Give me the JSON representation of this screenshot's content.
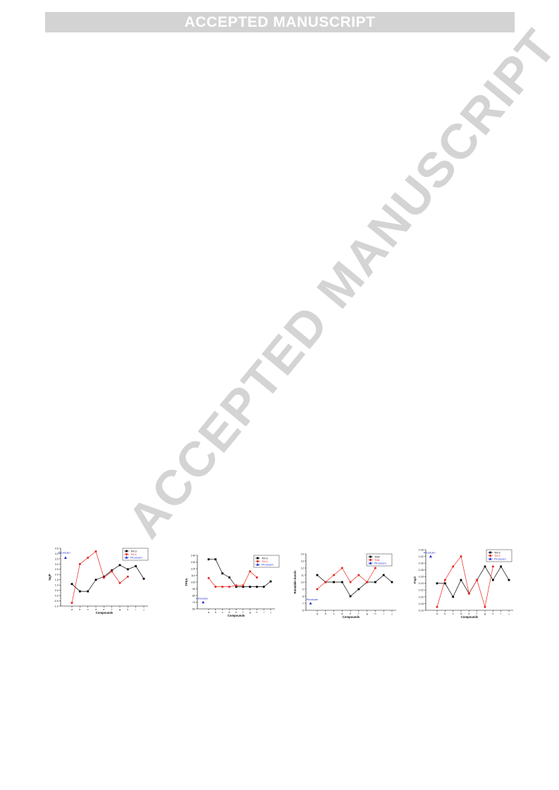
{
  "banner": {
    "text": "ACCEPTED MANUSCRIPT"
  },
  "watermark": {
    "text": "ACCEPTED MANUSCRIPT"
  },
  "colors": {
    "tm3": "#000000",
    "tm4": "#e8251f",
    "reference": "#1f2fd6"
  },
  "chart_data": [
    {
      "type": "line",
      "xlabel": "Compounds",
      "ylabel": "logP",
      "categories": [
        "a",
        "b",
        "c",
        "d",
        "e",
        "f",
        "g",
        "h",
        "i",
        "j"
      ],
      "ylim": [
        -1.0,
        4.5
      ],
      "yticks": [
        -1.0,
        -0.5,
        0.0,
        0.5,
        1.0,
        1.5,
        2.0,
        2.5,
        3.0,
        3.5,
        4.0,
        4.5
      ],
      "ytick_labels": [
        "-1.0",
        "-0.5",
        "0.0",
        "0.5",
        "1.0",
        "1.5",
        "2.0",
        "2.5",
        "3.0",
        "3.5",
        "4.0",
        "4.5"
      ],
      "series": [
        {
          "name": "TM 3",
          "marker": "square",
          "values": [
            1.1,
            0.4,
            0.4,
            1.5,
            1.8,
            2.4,
            2.9,
            2.5,
            2.8,
            1.6
          ]
        },
        {
          "name": "TM 4",
          "marker": "circle",
          "values": [
            -0.7,
            3.0,
            3.6,
            4.2,
            1.7,
            2.3,
            1.2,
            1.8,
            null,
            null
          ]
        },
        {
          "name": "Piroxicam",
          "marker": "triangle",
          "point": {
            "x": -0.8,
            "y": 3.6
          },
          "label": "Piroxicam"
        }
      ]
    },
    {
      "type": "line",
      "xlabel": "Compounds",
      "ylabel": "TPSA",
      "categories": [
        "a",
        "b",
        "c",
        "d",
        "e",
        "f",
        "g",
        "h",
        "i",
        "j"
      ],
      "ylim": [
        60,
        140
      ],
      "yticks": [
        60,
        70,
        80,
        90,
        100,
        110,
        120,
        130,
        140
      ],
      "ytick_labels": [
        "60",
        "70",
        "80",
        "90",
        "100",
        "110",
        "120",
        "130",
        "140"
      ],
      "series": [
        {
          "name": "TM 3",
          "marker": "square",
          "values": [
            134,
            134,
            113,
            107,
            93,
            93,
            93,
            93,
            93,
            101
          ]
        },
        {
          "name": "TM 4",
          "marker": "circle",
          "values": [
            106,
            93,
            93,
            93,
            95,
            95,
            116,
            107,
            null,
            null
          ]
        },
        {
          "name": "Piroxicam",
          "marker": "triangle",
          "point": {
            "x": -0.8,
            "y": 70
          },
          "label": "Piroxicam"
        }
      ]
    },
    {
      "type": "line",
      "xlabel": "Compounds",
      "ylabel": "Rotatable bonds",
      "categories": [
        "a",
        "b",
        "c",
        "d",
        "e",
        "f",
        "g",
        "h",
        "i",
        "j"
      ],
      "ylim": [
        6,
        14
      ],
      "yticks": [
        6,
        7,
        8,
        9,
        10,
        11,
        12,
        13,
        14
      ],
      "ytick_labels": [
        "6",
        "7",
        "8",
        "9",
        "10",
        "11",
        "12",
        "13",
        "14"
      ],
      "series": [
        {
          "name": "TM3",
          "marker": "square",
          "values": [
            11,
            10,
            10,
            10,
            8,
            9,
            10,
            10,
            11,
            10
          ]
        },
        {
          "name": "TM4",
          "marker": "circle",
          "values": [
            9,
            10,
            11,
            12,
            10,
            11,
            10,
            12,
            null,
            null
          ]
        },
        {
          "name": "Piroxicam",
          "marker": "triangle",
          "point": {
            "x": -0.8,
            "y": 7
          },
          "label": "Piroxicam"
        }
      ]
    },
    {
      "type": "line",
      "xlabel": "Compounds",
      "ylabel": "Fsp3",
      "categories": [
        "a",
        "b",
        "c",
        "d",
        "e",
        "f",
        "g",
        "h",
        "i",
        "j"
      ],
      "ylim": [
        0.16,
        0.34
      ],
      "yticks": [
        0.16,
        0.18,
        0.2,
        0.22,
        0.24,
        0.26,
        0.28,
        0.3,
        0.32,
        0.34
      ],
      "ytick_labels": [
        "0.16",
        "0.18",
        "0.20",
        "0.22",
        "0.24",
        "0.26",
        "0.28",
        "0.30",
        "0.32",
        "0.34"
      ],
      "series": [
        {
          "name": "TM 3",
          "marker": "square",
          "values": [
            0.24,
            0.24,
            0.2,
            0.25,
            0.21,
            0.25,
            0.29,
            0.25,
            0.29,
            0.25
          ]
        },
        {
          "name": "TM 4",
          "marker": "circle",
          "values": [
            0.17,
            0.25,
            0.29,
            0.32,
            0.21,
            0.25,
            0.17,
            0.29,
            null,
            null
          ]
        },
        {
          "name": "Piroxicam",
          "marker": "triangle",
          "point": {
            "x": -0.8,
            "y": 0.32
          },
          "label": "Piroxicam"
        }
      ]
    }
  ]
}
